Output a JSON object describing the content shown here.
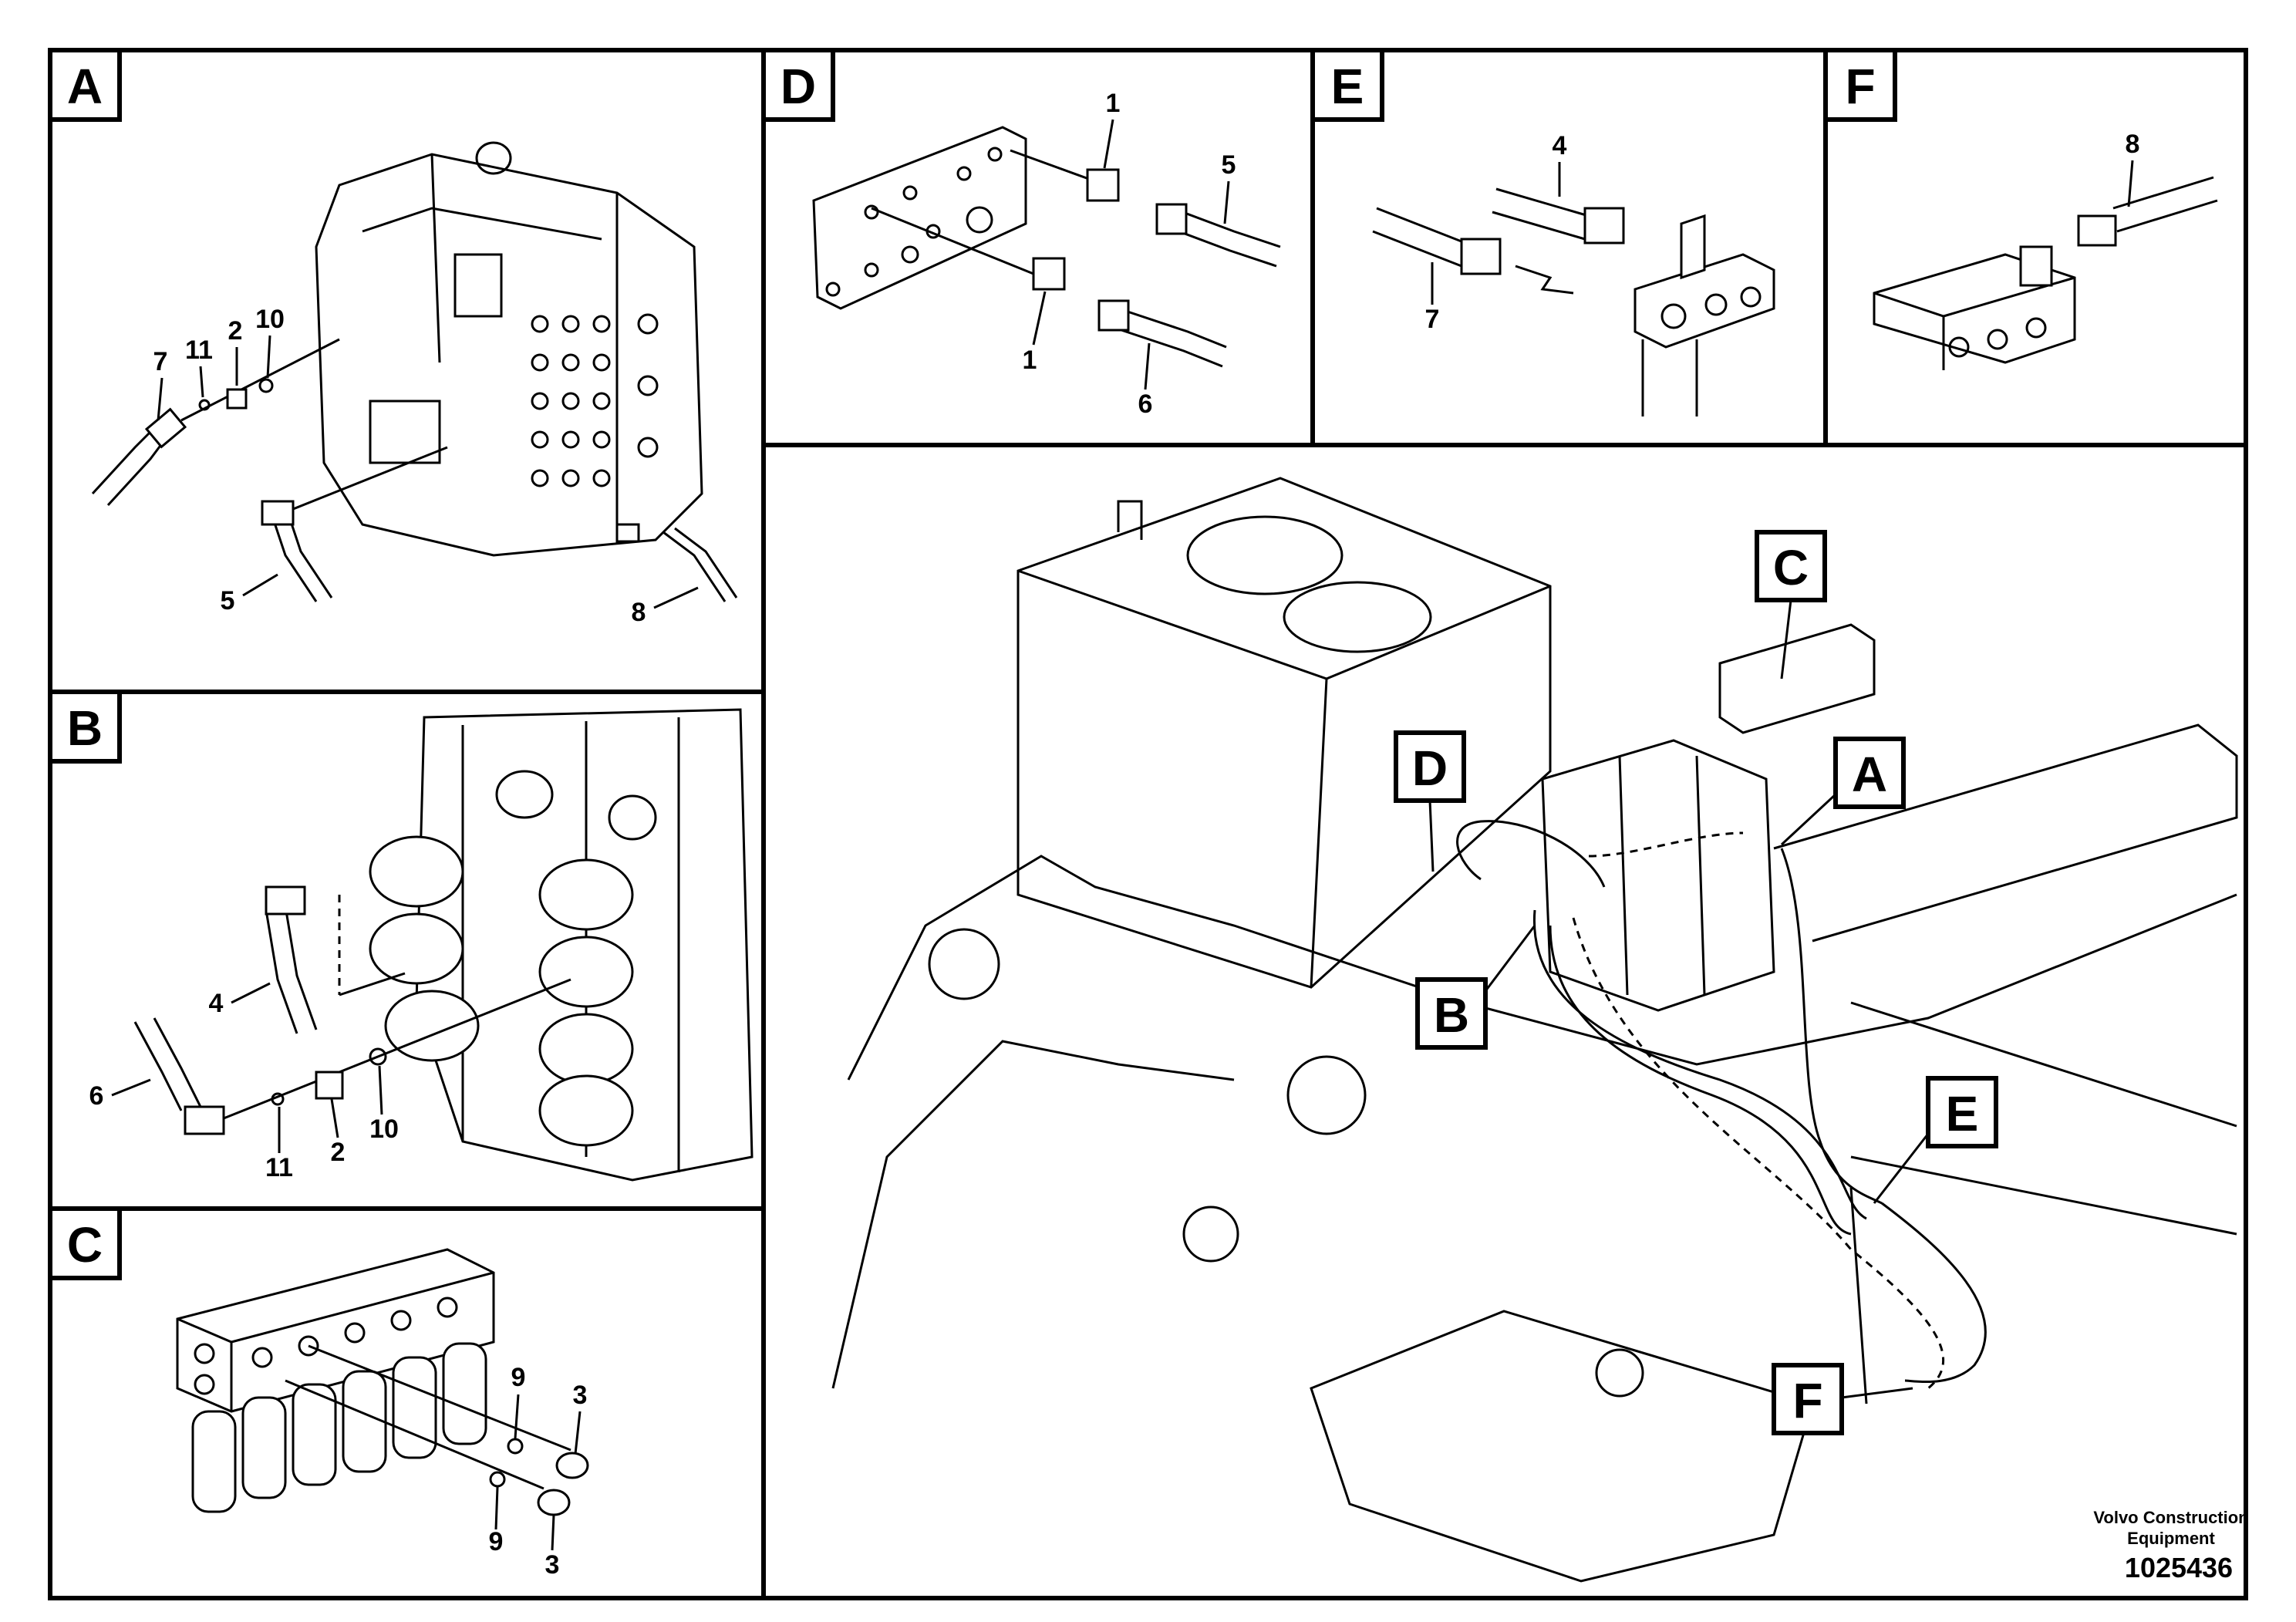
{
  "panels": {
    "A": {
      "label": "A",
      "callouts": [
        "7",
        "11",
        "2",
        "10",
        "5",
        "8"
      ]
    },
    "B": {
      "label": "B",
      "callouts": [
        "4",
        "6",
        "11",
        "2",
        "10"
      ]
    },
    "C": {
      "label": "C",
      "callouts": [
        "9",
        "3",
        "9",
        "3"
      ]
    },
    "D": {
      "label": "D",
      "callouts": [
        "1",
        "5",
        "1",
        "6"
      ]
    },
    "E": {
      "label": "E",
      "callouts": [
        "4",
        "7"
      ]
    },
    "F": {
      "label": "F",
      "callouts": [
        "8"
      ]
    }
  },
  "overview": {
    "markers": [
      "C",
      "D",
      "A",
      "B",
      "E",
      "F"
    ]
  },
  "footer": {
    "brand_line1": "Volvo Construction",
    "brand_line2": "Equipment",
    "document_number": "1025436"
  }
}
